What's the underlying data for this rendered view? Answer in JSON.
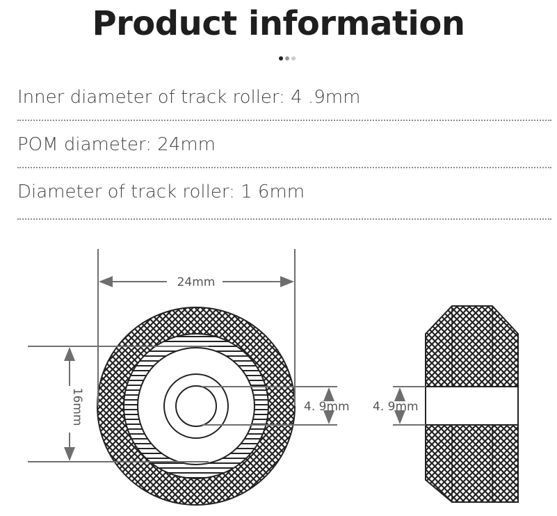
{
  "header": {
    "title": "Product information"
  },
  "pager": {
    "count": 3,
    "active": 0
  },
  "specs": [
    {
      "label": "Inner diameter of track roller: 4 .9mm"
    },
    {
      "label": "POM diameter: 24mm"
    },
    {
      "label": "Diameter of track roller: 1 6mm"
    }
  ],
  "diagram": {
    "width_label": "24mm",
    "height_label": "16mm",
    "bore_label_front": "4. 9mm",
    "bore_label_side": "4. 9mm"
  },
  "colors": {
    "line": "#555555",
    "dim": "#6e6e6e",
    "hatch": "#222222"
  }
}
